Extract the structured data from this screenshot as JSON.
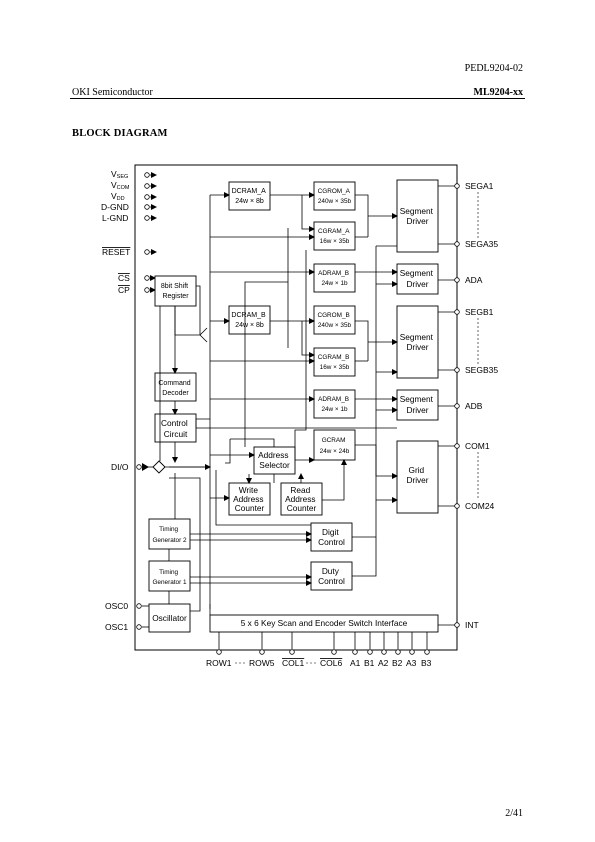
{
  "header": {
    "doc_number": "PEDL9204-02",
    "company": "OKI Semiconductor",
    "part": "ML9204-xx",
    "page": "2/41"
  },
  "section_title": "BLOCK DIAGRAM",
  "pins_left": {
    "vseg_main": "V",
    "vseg_sub": "SEG",
    "vcom_main": "V",
    "vcom_sub": "COM",
    "vdd_main": "V",
    "vdd_sub": "DD",
    "dgnd": "D-GND",
    "lgnd": "L-GND",
    "reset": "RESET",
    "cs": "CS",
    "cp": "CP",
    "dio": "DI/O",
    "osc0": "OSC0",
    "osc1": "OSC1"
  },
  "pins_right": {
    "sega1": "SEGA1",
    "sega35": "SEGA35",
    "ada": "ADA",
    "segb1": "SEGB1",
    "segb35": "SEGB35",
    "adb": "ADB",
    "com1": "COM1",
    "com24": "COM24",
    "int": "INT"
  },
  "pins_bottom": {
    "row1": "ROW1",
    "row5": "ROW5",
    "col1": "COL1",
    "col6": "COL6",
    "a1": "A1",
    "b1": "B1",
    "a2": "A2",
    "b2": "B2",
    "a3": "A3",
    "b3": "B3"
  },
  "blocks": {
    "shift_register": [
      "8bit Shift",
      "Register"
    ],
    "command_decoder": [
      "Command",
      "Decoder"
    ],
    "control_circuit": [
      "Control",
      "Circuit"
    ],
    "timing_gen2": [
      "Timing",
      "Generator 2"
    ],
    "timing_gen1": [
      "Timing",
      "Generator 1"
    ],
    "oscillator": "Oscillator",
    "dcram_a": [
      "DCRAM_A",
      "24w × 8b"
    ],
    "dcram_b": [
      "DCRAM_B",
      "24w × 8b"
    ],
    "cgrom_a": [
      "CGROM_A",
      "240w × 35b"
    ],
    "cgram_a": [
      "CGRAM_A",
      "16w × 35b"
    ],
    "adram_b_top": [
      "ADRAM_B",
      "24w × 1b"
    ],
    "cgrom_b": [
      "CGROM_B",
      "240w × 35b"
    ],
    "cgram_b": [
      "CGRAM_B",
      "16w × 35b"
    ],
    "adram_b": [
      "ADRAM_B",
      "24w × 1b"
    ],
    "gcram": [
      "GCRAM",
      "24w × 24b"
    ],
    "address_selector": [
      "Address",
      "Selector"
    ],
    "write_counter": [
      "Write",
      "Address",
      "Counter"
    ],
    "read_counter": [
      "Read",
      "Address",
      "Counter"
    ],
    "digit_control": [
      "Digit",
      "Control"
    ],
    "duty_control": [
      "Duty",
      "Control"
    ],
    "seg_driver_a": [
      "Segment",
      "Driver"
    ],
    "seg_driver_ada": [
      "Segment",
      "Driver"
    ],
    "seg_driver_b": [
      "Segment",
      "Driver"
    ],
    "seg_driver_adb": [
      "Segment",
      "Driver"
    ],
    "grid_driver": [
      "Grid",
      "Driver"
    ],
    "key_scan": "5 x 6 Key Scan and Encoder Switch Interface"
  }
}
